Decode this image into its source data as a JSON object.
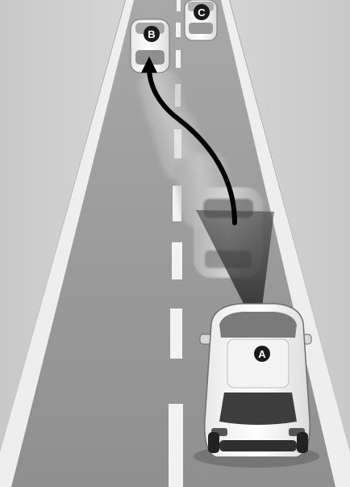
{
  "scene": {
    "description_labels": {
      "vehicle_a": "A",
      "vehicle_b": "B",
      "vehicle_c": "C"
    },
    "colors": {
      "road": "#9e9e9e",
      "sky_side": "#d2d2d2",
      "lane_marking": "#f2f2f2",
      "arrow": "#000000",
      "badge": "#1a1a1a",
      "sensor_cone": "#3a3a3a"
    },
    "icons": {
      "path_arrow": "curved-arrow-icon",
      "badge": "circle-letter-icon"
    }
  }
}
